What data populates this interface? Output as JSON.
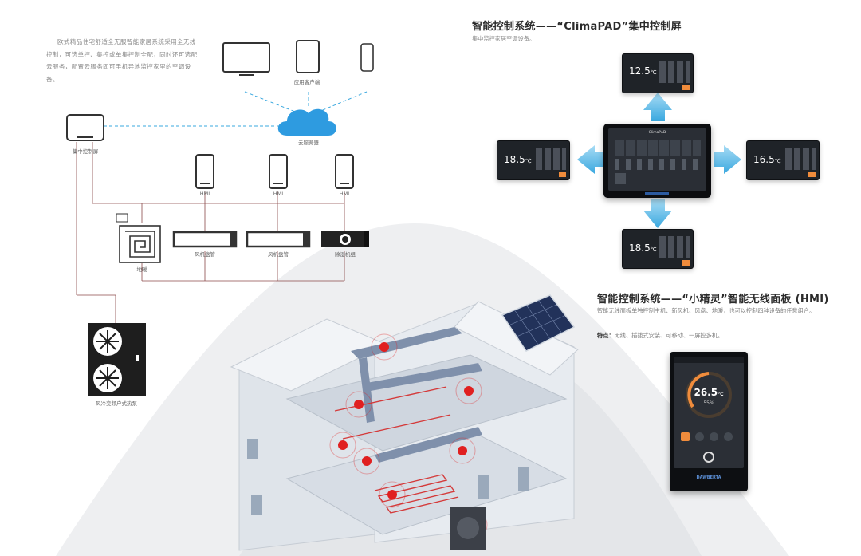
{
  "intro": {
    "text": "欧式精品住宅舒适全无服智能家居系统采用全无线控制，可选单控、集控或单集控制全配，同时还可选配云服务，配置云服务即可手机异地监控家里的空调设备。"
  },
  "topology": {
    "app_clients_label": "应用客户端",
    "cloud_label": "云服务器",
    "central_screen_label": "集中控制屏",
    "hmi_labels": [
      "HMI",
      "HMI",
      "HMI"
    ],
    "floor_heating_label": "地暖",
    "fan_coil_1_label": "风机盘管",
    "fan_coil_2_label": "风机盘管",
    "dehumidifier_label": "除湿机组",
    "heat_pump_label": "风冷变频户式热泵"
  },
  "climapad": {
    "title": "智能控制系统——“ClimaPAD”集中控制屏",
    "subtitle": "集中监控家居空调设备。",
    "center_brand": "ClimaPAD",
    "screens": [
      {
        "temp": "12.5",
        "unit": "℃"
      },
      {
        "temp": "18.5",
        "unit": "℃"
      },
      {
        "temp": "16.5",
        "unit": "℃"
      },
      {
        "temp": "18.5",
        "unit": "℃"
      }
    ]
  },
  "hmi_panel": {
    "title": "智能控制系统——“小精灵”智能无线面板 (HMI)",
    "desc": "智能无线面板单独控制主机、新风机、风盘、地暖，也可以控制四种设备的任意组合。",
    "feature_label": "特点：",
    "feature_text": "无线、插拔式安装、可移动、一屏控多机。",
    "device_temp": "26.5",
    "device_unit": "°C",
    "device_humidity": "55%",
    "device_brand": "DAWBERTA"
  },
  "colors": {
    "accent_orange": "#f08c3c",
    "hotspot_red": "#e02020",
    "arrow_blue": "#6cc3ee",
    "line_blue": "#3aa8df",
    "wire_brown": "#8b4a4a",
    "cloud_blue": "#2e9be0"
  }
}
